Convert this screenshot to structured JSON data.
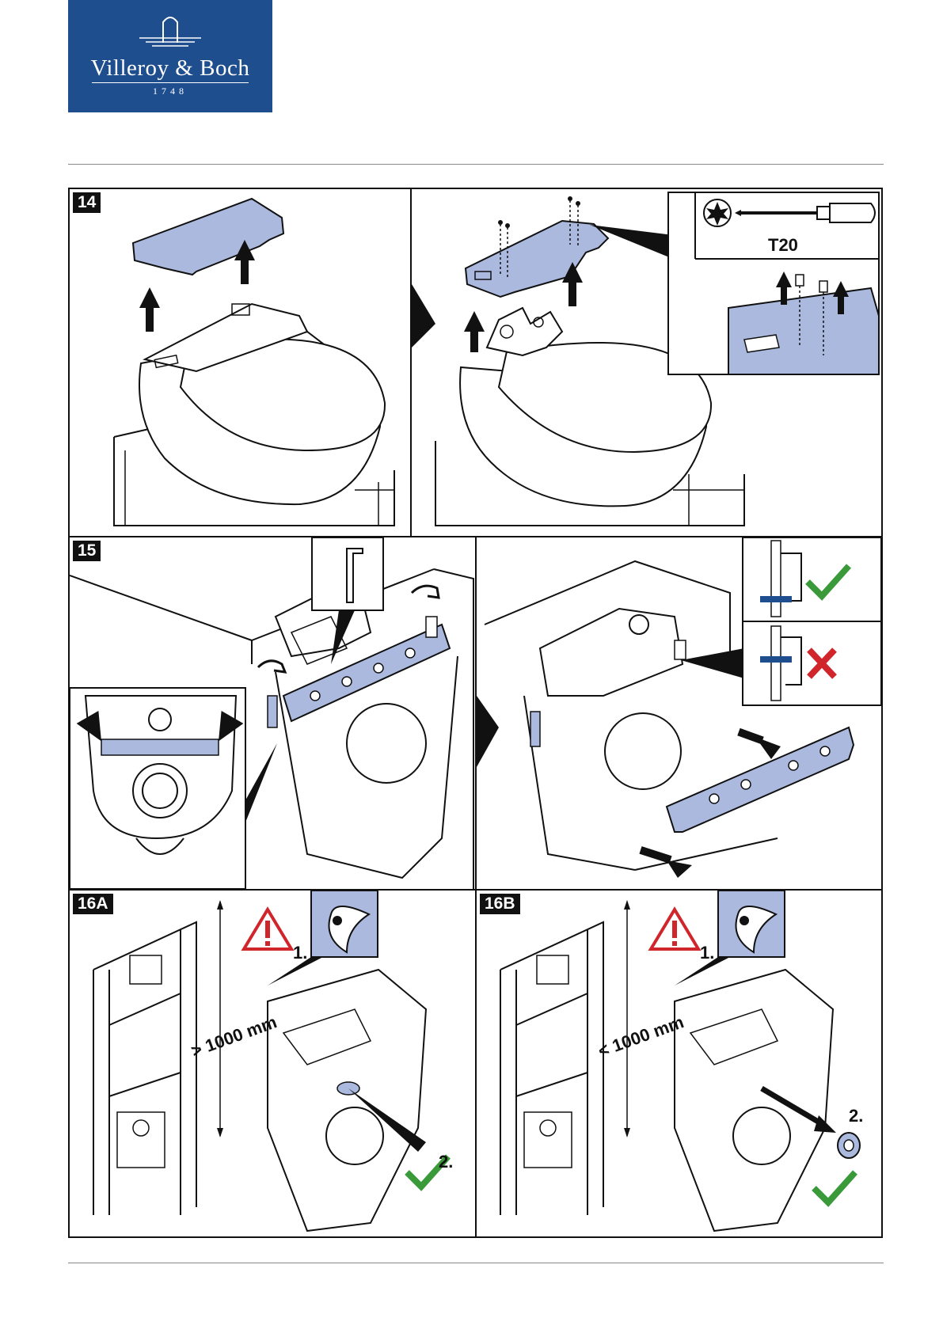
{
  "brand": {
    "name": "Villeroy & Boch",
    "year": "1748",
    "color": "#1f4e8f"
  },
  "steps": {
    "s14": {
      "label": "14",
      "tool_label": "T20"
    },
    "s15": {
      "label": "15"
    },
    "s16a": {
      "label": "16A",
      "note1": "1.",
      "note2": "2.",
      "dimension": "> 1000 mm"
    },
    "s16b": {
      "label": "16B",
      "note1": "1.",
      "note2": "2.",
      "dimension": "< 1000 mm"
    }
  },
  "colors": {
    "part_highlight": "#aab9dd",
    "check": "#3a9a3a",
    "cross": "#d0262b",
    "warning": "#d0262b",
    "band": "#1f4e8f"
  },
  "icons": [
    "arrow-up-icon",
    "torx-t20-icon",
    "screwdriver-icon",
    "allen-key-icon",
    "check-icon",
    "cross-icon",
    "warning-icon",
    "eye-icon",
    "rotate-icon"
  ]
}
